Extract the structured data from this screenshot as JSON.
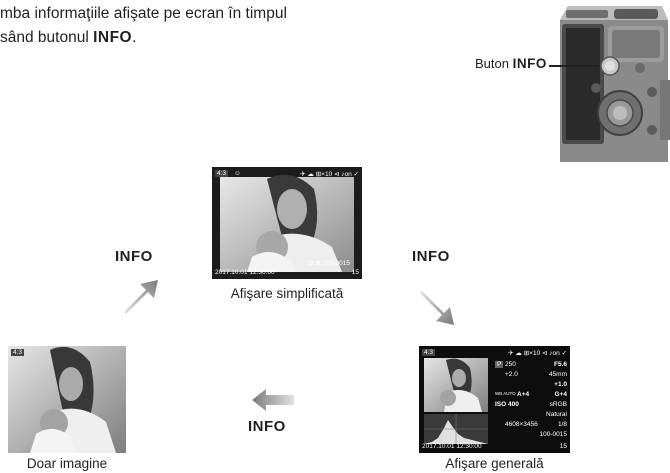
{
  "intro": {
    "line1": "mba informaţiile afişate pe ecran în timpul",
    "line2_prefix": "sând butonul ",
    "line2_bold": "INFO",
    "line2_suffix": "."
  },
  "camera_callout": {
    "label_prefix": "Buton ",
    "label_bold": "INFO"
  },
  "modes": {
    "simple": {
      "caption": "Afişare simplificată",
      "top_icons": "✈ ☁ ⊞×10 ⊲ ♪on ✓",
      "badge_left": "4:3",
      "badge_2": "☺",
      "datetime": "2017.10.01 12:30:00",
      "bottom_right": "⊡ ⊞ 100-0015",
      "frame_number": "15"
    },
    "image_only": {
      "caption": "Doar imagine",
      "badge_left": "4:3"
    },
    "overall": {
      "caption": "Afişare generală",
      "top_left": "4:3",
      "top_icons": "✈ ☁ ⊞×10 ⊲ ♪on ✓",
      "mode": "P",
      "shutter": "250",
      "aperture": "F5.6",
      "exposure_comp": "+2.0",
      "focal_length": "45mm",
      "flash_comp": "+1.0",
      "wb_shift_a": "A+4",
      "wb_shift_g": "G+4",
      "iso": "ISO 400",
      "color_space": "sRGB",
      "picture_mode": "Natural",
      "resolution": "4608×3456",
      "compression": "1/8",
      "file_number": "100-0015",
      "datetime": "2017.10.01 12:30:00",
      "frame_number": "15",
      "wb_label": "WB AUTO"
    }
  },
  "info_labels": {
    "left": "INFO",
    "right": "INFO",
    "bottom": "INFO"
  }
}
